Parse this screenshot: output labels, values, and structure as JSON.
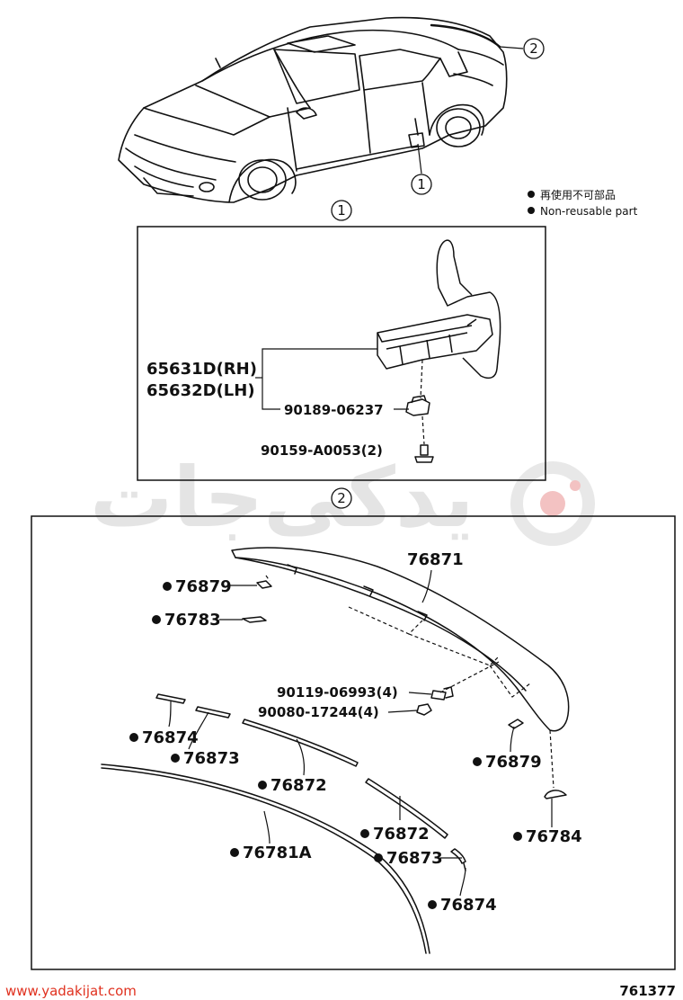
{
  "legend": {
    "line1": "再使用不可部品",
    "line2": "Non-reusable part"
  },
  "callouts": {
    "one": "1",
    "two": "2"
  },
  "box1": {
    "part_rh": "65631D(RH)",
    "part_lh": "65632D(LH)",
    "clip": "90189-06237",
    "screw": "90159-A0053(2)"
  },
  "box2": {
    "spoiler": "76871",
    "p76879_a": "76879",
    "p76783": "76783",
    "p90119": "90119-06993(4)",
    "p90080": "90080-17244(4)",
    "p76874_a": "76874",
    "p76873_a": "76873",
    "p76872_a": "76872",
    "p76879_b": "76879",
    "p76784": "76784",
    "p76872_b": "76872",
    "p76781a": "76781A",
    "p76873_b": "76873",
    "p76874_b": "76874"
  },
  "watermark": {
    "text": "یدکی‌جات"
  },
  "footer": {
    "site": "www.yadakijat.com",
    "diagram_no": "761377"
  },
  "colors": {
    "line": "#111111",
    "watermark_gray": "#e4e4e4",
    "watermark_red": "#f3c2c2",
    "site_red": "#e0311f"
  }
}
